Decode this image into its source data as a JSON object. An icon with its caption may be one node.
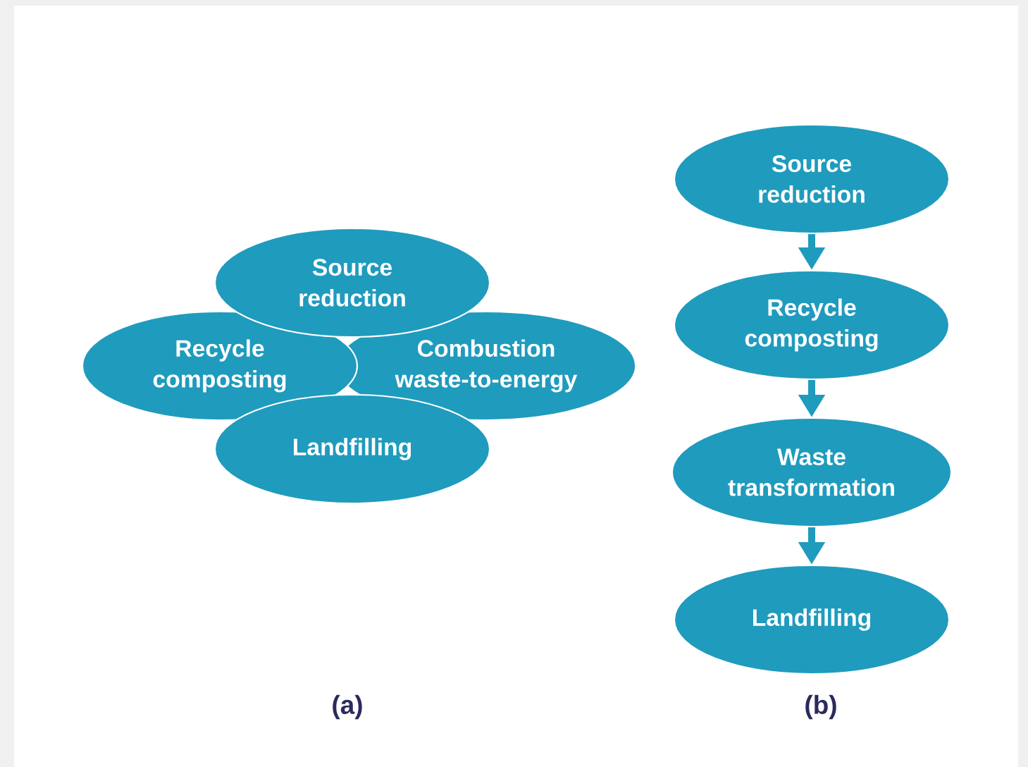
{
  "diagram": {
    "nodes": [
      {
        "text": [
          "Source reduction"
        ]
      },
      {
        "text": [
          "Recycle composting"
        ]
      },
      {
        "text": [
          "Combustion waste-to-energy"
        ]
      },
      {
        "text": [
          "Landfilling"
        ]
      },
      {
        "text": [
          "Source reduction"
        ]
      },
      {
        "text": [
          "Recycle composting"
        ]
      },
      {
        "text": [
          "Waste transformation"
        ]
      },
      {
        "text": [
          "Landfilling"
        ]
      }
    ],
    "edges": [
      {
        "from": 4,
        "to": 5,
        "arrow": "to"
      },
      {
        "from": 5,
        "to": 6,
        "arrow": "to"
      },
      {
        "from": 6,
        "to": 7,
        "arrow": "to"
      }
    ],
    "labels": [
      "(a)",
      "(b)"
    ]
  }
}
